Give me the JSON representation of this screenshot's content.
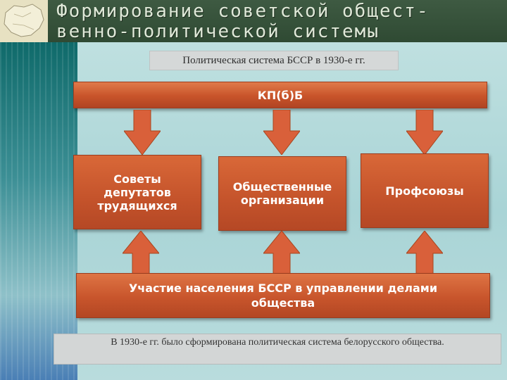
{
  "slide": {
    "title_line1": "Формирование советской общест-",
    "title_line2": "венно-политической системы"
  },
  "subtitle": "Политическая система БССР в 1930-е гг.",
  "diagram": {
    "top_box": "КП(б)Б",
    "middle_boxes": [
      {
        "label": "Советы\nдепутатов\nтрудящихся"
      },
      {
        "label": "Общественные\nорганизации"
      },
      {
        "label": "Профсоюзы"
      }
    ],
    "bottom_box": "Участие населения БССР в управлении делами общества"
  },
  "conclusion": "В 1930-е гг. было сформирована политическая система белорусского общества.",
  "colors": {
    "box_fill": "#c8542a",
    "arrow_fill": "#d9603a",
    "header_bg": "#3e5a42",
    "content_bg": "#a9d4d6"
  }
}
